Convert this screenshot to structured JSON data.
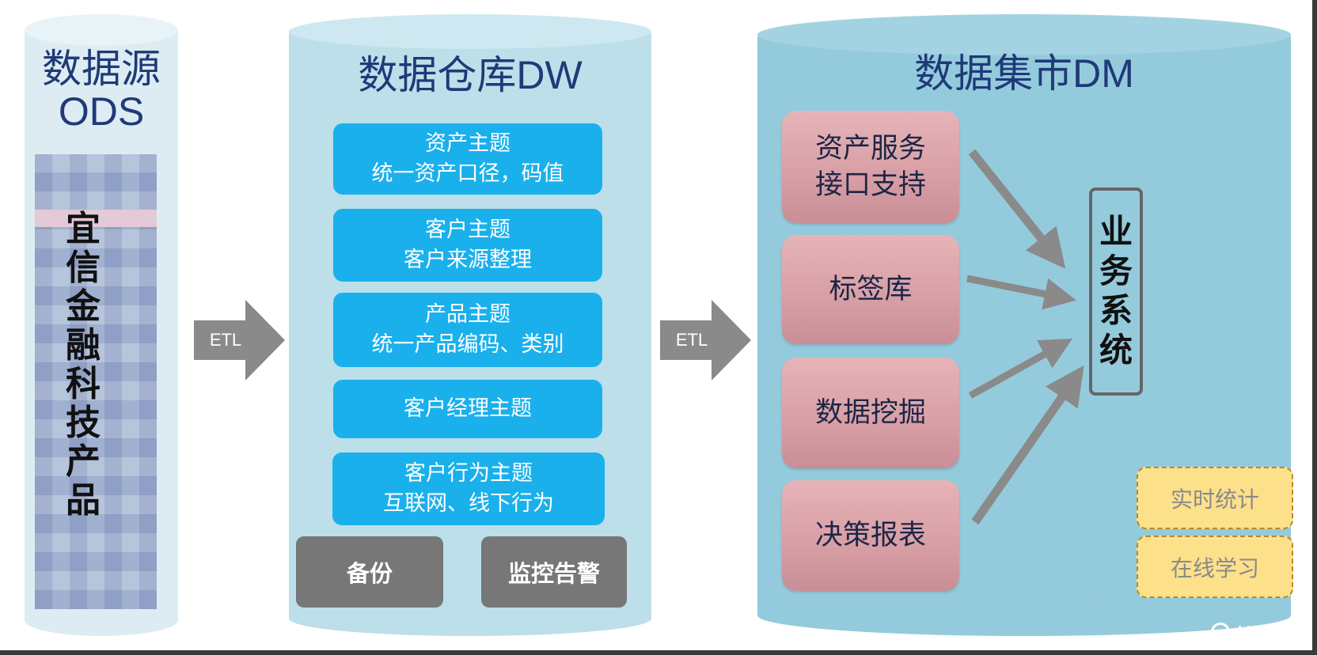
{
  "ods": {
    "title_line1": "数据源",
    "title_line2": "ODS",
    "company": "宜信金融科技产品"
  },
  "etl_label": "ETL",
  "dw": {
    "title": "数据仓库DW",
    "topics": [
      {
        "line1": "资产主题",
        "line2": "统一资产口径，码值"
      },
      {
        "line1": "客户主题",
        "line2": "客户来源整理"
      },
      {
        "line1": "产品主题",
        "line2": "统一产品编码、类别"
      },
      {
        "line1": "客户经理主题",
        "line2": ""
      },
      {
        "line1": "客户行为主题",
        "line2": "互联网、线下行为"
      }
    ],
    "backup": "备份",
    "monitor": "监控告警"
  },
  "dm": {
    "title": "数据集市DM",
    "boxes": [
      {
        "line1": "资产服务",
        "line2": "接口支持"
      },
      {
        "line1": "标签库",
        "line2": ""
      },
      {
        "line1": "数据挖掘",
        "line2": ""
      },
      {
        "line1": "决策报表",
        "line2": ""
      }
    ],
    "business_system": "业务系统",
    "realtime_stats": "实时统计",
    "online_learning": "在线学习"
  },
  "watermark": "创新互联",
  "colors": {
    "title_blue": "#1f3a78",
    "topic_blue": "#1ab0ec",
    "gray": "#777777",
    "arrow_gray": "#8a8a8a",
    "pink": "#d9a2a8",
    "yellow": "#fde08a"
  }
}
